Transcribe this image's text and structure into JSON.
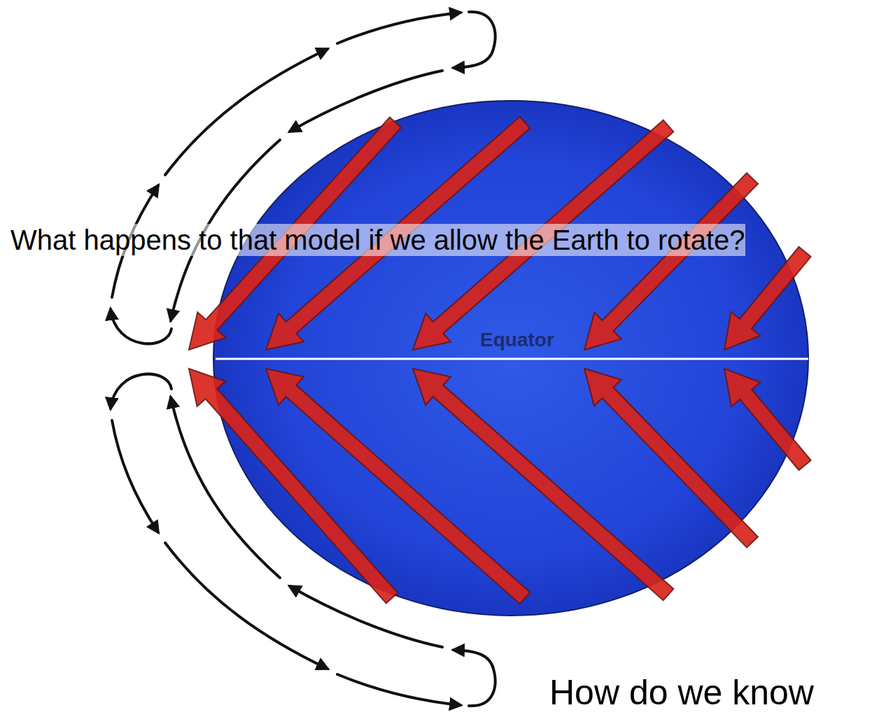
{
  "diagram": {
    "labels": [
      "What happens to that model if we allow the Earth to rotate?",
      "Equator",
      "How do we know"
    ]
  }
}
